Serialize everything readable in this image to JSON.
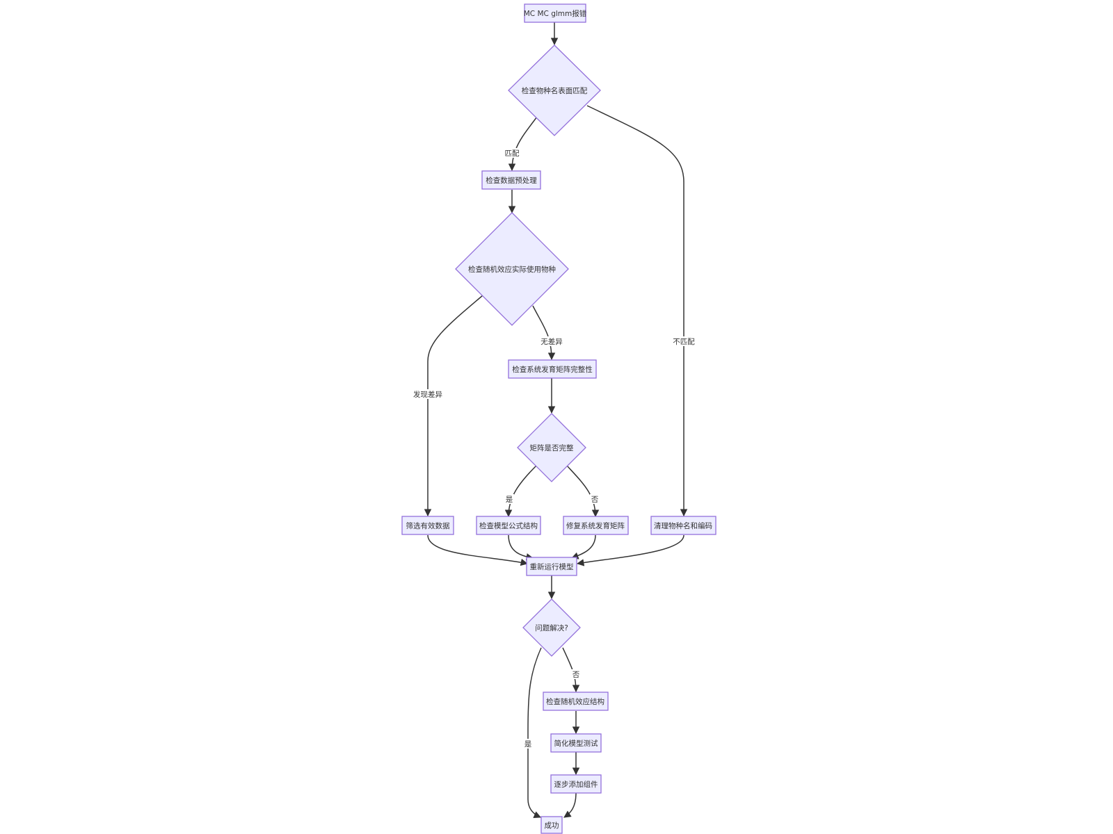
{
  "nodes": {
    "start": "MC MC glmm报错",
    "check_names": "检查物种名表面匹配",
    "check_preprocess": "检查数据预处理",
    "check_random_species": "检查随机效应实际使用物种",
    "check_phylo_matrix": "检查系统发育矩阵完整性",
    "matrix_complete": "矩阵是否完整",
    "filter_data": "筛选有效数据",
    "check_formula": "检查模型公式结构",
    "fix_matrix": "修复系统发育矩阵",
    "clean_names": "清理物种名和编码",
    "rerun": "重新运行模型",
    "solved": "问题解决?",
    "check_random_structure": "检查随机效应结构",
    "simplify": "简化模型测试",
    "add_components": "逐步添加组件",
    "success": "成功"
  },
  "edge_labels": {
    "match": "匹配",
    "no_match": "不匹配",
    "no_diff": "无差异",
    "diff_found": "发现差异",
    "yes_1": "是",
    "no_1": "否",
    "no_2": "否",
    "yes_2": "是"
  },
  "colors": {
    "node_fill": "#ececff",
    "node_stroke": "#9370db",
    "edge": "#333333"
  }
}
